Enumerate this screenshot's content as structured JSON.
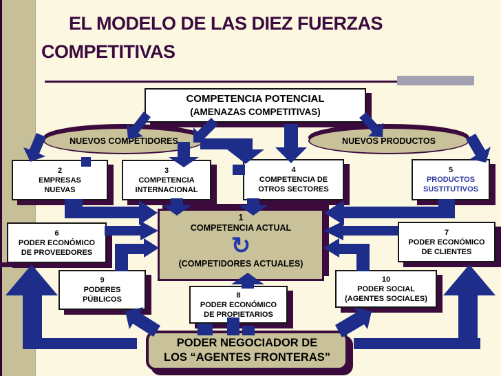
{
  "slide": {
    "title_line1": "EL MODELO DE LAS DIEZ FUERZAS",
    "title_line2": "COMPETITIVAS"
  },
  "top_box": {
    "line1": "COMPETENCIA POTENCIAL",
    "line2": "(AMENAZAS COMPETITIVAS)"
  },
  "ellipses": {
    "left": "NUEVOS COMPETIDORES",
    "right": "NUEVOS PRODUCTOS"
  },
  "center_box": {
    "number": "1",
    "title": "COMPETENCIA ACTUAL",
    "cycle_icon": "↻",
    "subtitle": "(COMPETIDORES ACTUALES)"
  },
  "force_boxes": [
    {
      "number": "2",
      "lines": [
        "EMPRESAS",
        "NUEVAS"
      ]
    },
    {
      "number": "3",
      "lines": [
        "COMPETENCIA",
        "INTERNACIONAL"
      ]
    },
    {
      "number": "4",
      "lines": [
        "COMPETENCIA DE",
        "OTROS SECTORES"
      ]
    },
    {
      "number": "5",
      "lines": [
        "PRODUCTOS",
        "SUSTITUTIVOS"
      ]
    },
    {
      "number": "6",
      "lines": [
        "PODER ECONÓMICO",
        "DE PROVEEDORES"
      ]
    },
    {
      "number": "7",
      "lines": [
        "PODER ECONÓMICO",
        "DE CLIENTES"
      ]
    },
    {
      "number": "8",
      "lines": [
        "PODER ECONÓMICO",
        "DE PROPIETARIOS"
      ]
    },
    {
      "number": "9",
      "lines": [
        "PODERES",
        "PÚBLICOS"
      ]
    },
    {
      "number": "10",
      "lines": [
        "PODER SOCIAL",
        "(AGENTES SOCIALES)"
      ]
    }
  ],
  "bottom_box": {
    "line1": "PODER NEGOCIADOR DE",
    "line2": "LOS “AGENTES FRONTERAS”"
  },
  "colors": {
    "background": "#FBF7E1",
    "sidebar_tan": "#C6BF97",
    "maroon": "#3A0B3C",
    "arrow_navy": "#1E2D8A",
    "shape_tan": "#C8C199",
    "box5_text_navy": "#2E3A9E",
    "cycle_icon_blue": "#2437A8",
    "gray_block": "#A3A0B2",
    "title_text": "#3B0A3E"
  }
}
